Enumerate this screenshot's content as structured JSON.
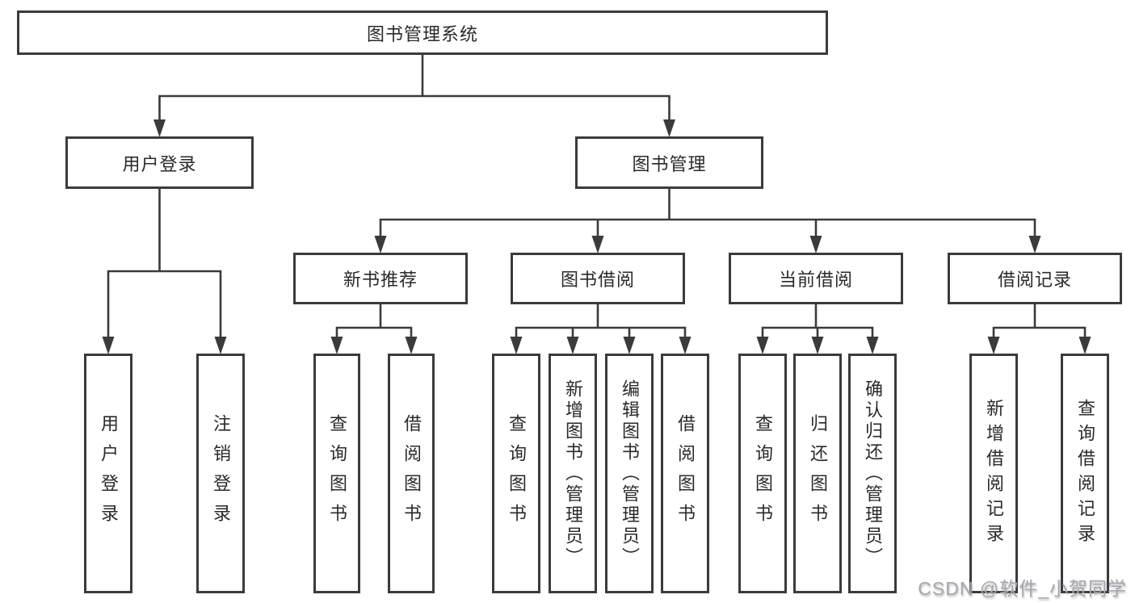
{
  "watermark": "CSDN @软件_小贺同学",
  "colors": {
    "background": "#ffffff",
    "box_fill": "#ffffff",
    "box_border": "#3b3b3d",
    "line": "#3b3b3d",
    "text": "#2a2a2c",
    "watermark": "#a6a6ae"
  },
  "tree": {
    "id": "root",
    "label": "图书管理系统",
    "children": [
      {
        "id": "user-login",
        "label": "用户登录",
        "children": [
          {
            "id": "login",
            "label": "用户登录"
          },
          {
            "id": "logout",
            "label": "注销登录"
          }
        ]
      },
      {
        "id": "book-management",
        "label": "图书管理",
        "children": [
          {
            "id": "new-book-recommend",
            "label": "新书推荐",
            "children": [
              {
                "id": "nbr-query-books",
                "label": "查询图书"
              },
              {
                "id": "nbr-borrow-books",
                "label": "借阅图书"
              }
            ]
          },
          {
            "id": "book-borrowing",
            "label": "图书借阅",
            "children": [
              {
                "id": "bb-query-books",
                "label": "查询图书"
              },
              {
                "id": "bb-add-books",
                "label": "新增图书（管理员）"
              },
              {
                "id": "bb-edit-books",
                "label": "编辑图书（管理员）"
              },
              {
                "id": "bb-borrow-books",
                "label": "借阅图书"
              }
            ]
          },
          {
            "id": "current-borrowing",
            "label": "当前借阅",
            "children": [
              {
                "id": "cb-query-books",
                "label": "查询图书"
              },
              {
                "id": "cb-return-books",
                "label": "归还图书"
              },
              {
                "id": "cb-confirm-return",
                "label": "确认归还（管理员）"
              }
            ]
          },
          {
            "id": "borrowing-records",
            "label": "借阅记录",
            "children": [
              {
                "id": "br-add-record",
                "label": "新增借阅记录"
              },
              {
                "id": "br-query-record",
                "label": "查询借阅记录"
              }
            ]
          }
        ]
      }
    ]
  }
}
